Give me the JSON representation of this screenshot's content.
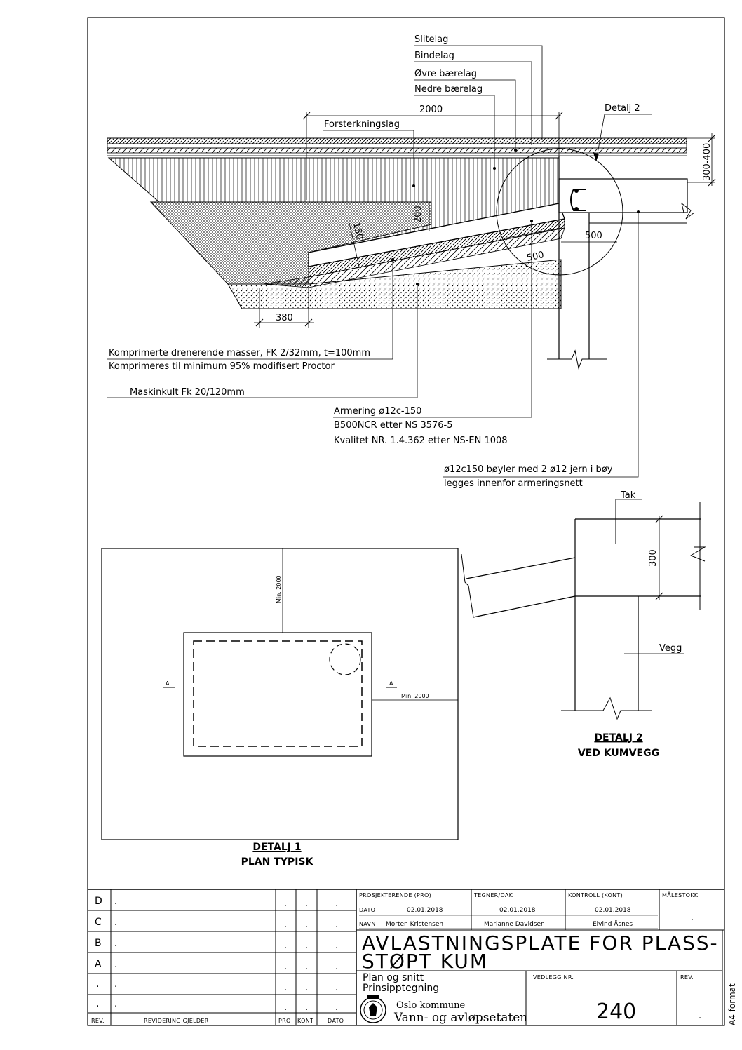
{
  "section": {
    "layers": [
      "Slitelag",
      "Bindelag",
      "Øvre bærelag",
      "Nedre bærelag"
    ],
    "forsterkningslag": "Forsterkningslag",
    "detail_ref": "Detalj 2",
    "dims": {
      "top_width": "2000",
      "layer_depth": "300-400",
      "slab_thickness": "150",
      "step_height": "200",
      "base_width": "380",
      "overlap_1": "500",
      "overlap_2": "500"
    },
    "notes": {
      "drainage_1": "Komprimerte drenerende masser, FK 2/32mm, t=100mm",
      "drainage_2": "Komprimeres til minimum 95% modifisert Proctor",
      "maskinkult": "Maskinkult Fk 20/120mm",
      "rebar_1": "Armering ø12c-150",
      "rebar_2": "B500NCR etter NS 3576-5",
      "rebar_3": "Kvalitet NR. 1.4.362 etter NS-EN 1008",
      "stirrup_1": "ø12c150 bøyler med 2 ø12 jern i bøy",
      "stirrup_2": "legges innenfor armeringsnett"
    }
  },
  "detail2": {
    "tak": "Tak",
    "dim": "300",
    "vegg": "Vegg",
    "title_1": "DETALJ 2",
    "title_2": "VED KUMVEGG"
  },
  "detail1": {
    "min_vertical": "Min. 2000",
    "min_horizontal": "Min. 2000",
    "section_a_left": "A",
    "section_a_right": "A",
    "title_1": "DETALJ 1",
    "title_2": "PLAN TYPISK"
  },
  "title_block": {
    "revisions": [
      {
        "rev": "D",
        "desc": "."
      },
      {
        "rev": "C",
        "desc": "."
      },
      {
        "rev": "B",
        "desc": "."
      },
      {
        "rev": "A",
        "desc": "."
      },
      {
        "rev": ".",
        "desc": "."
      },
      {
        "rev": ".",
        "desc": "."
      }
    ],
    "rev_cell": ".",
    "footer": {
      "rev": "REV.",
      "desc": "REVIDERING GJELDER",
      "pro": "PRO",
      "kont": "KONT",
      "dato": "DATO"
    },
    "roles": {
      "pro": "PROSJEKTERENDE (PRO)",
      "tegner": "TEGNER/DAK",
      "kontroll": "KONTROLL (KONT)",
      "malestokk": "MÅLESTOKK"
    },
    "row_labels": {
      "dato": "DATO",
      "navn": "NAVN"
    },
    "dates": {
      "pro": "02.01.2018",
      "tegner": "02.01.2018",
      "kontroll": "02.01.2018"
    },
    "names": {
      "pro": "Morten Kristensen",
      "tegner": "Marianne Davidsen",
      "kontroll": "Eivind Åsnes"
    },
    "malestokk_value": ".",
    "title_line1": "AVLASTNINGSPLATE FOR PLASS-",
    "title_line2": "STØPT KUM",
    "subtitle_1": "Plan og snitt",
    "subtitle_2": "Prinsipptegning",
    "org_1": "Oslo kommune",
    "org_2": "Vann- og avløpsetaten",
    "vedlegg_label": "VEDLEGG NR.",
    "vedlegg_value": "240",
    "rev_label": "REV.",
    "rev_value": ".",
    "format": "A4 format"
  }
}
